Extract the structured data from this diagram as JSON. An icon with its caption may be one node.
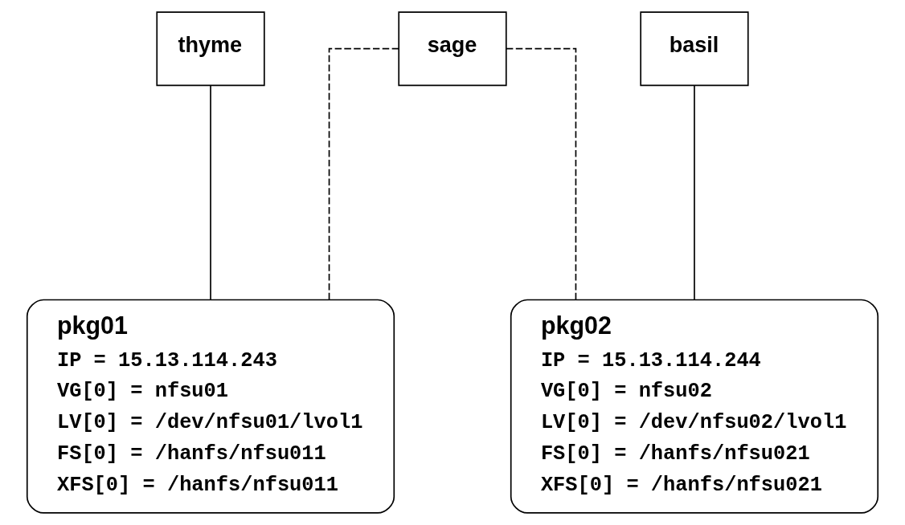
{
  "diagram": {
    "nodes": [
      {
        "text": [
          "thyme"
        ]
      },
      {
        "text": [
          "sage"
        ]
      },
      {
        "text": [
          "basil"
        ]
      },
      {
        "text": [
          "pkg01",
          "IP = 15.13.114.243",
          "VG[0] = nfsu01",
          "LV[0] = /dev/nfsu01/lvol1",
          "FS[0] = /hanfs/nfsu011",
          "XFS[0] = /hanfs/nfsu011"
        ]
      },
      {
        "text": [
          "pkg02",
          "IP = 15.13.114.244",
          "VG[0] = nfsu02",
          "LV[0] = /dev/nfsu02/lvol1",
          "FS[0] = /hanfs/nfsu021",
          "XFS[0] = /hanfs/nfsu021"
        ]
      }
    ],
    "edges": [
      {
        "from": 0,
        "to": 3,
        "arrow": "none"
      },
      {
        "from": 1,
        "to": 3,
        "arrow": "none",
        "style": "dashed"
      },
      {
        "from": 1,
        "to": 4,
        "arrow": "none",
        "style": "dashed"
      },
      {
        "from": 2,
        "to": 4,
        "arrow": "none"
      }
    ]
  }
}
